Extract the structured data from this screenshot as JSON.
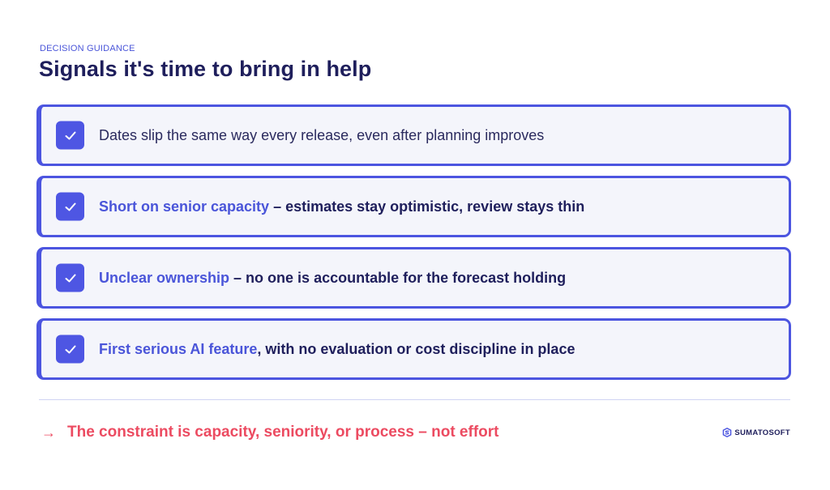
{
  "header": {
    "eyebrow": "DECISION GUIDANCE",
    "title": "Signals it's time to bring in help"
  },
  "cards": [
    {
      "highlight": "",
      "text": "Dates slip the same way every release, even after planning improves"
    },
    {
      "highlight": "Short on senior capacity",
      "text": " – estimates stay optimistic, review stays thin"
    },
    {
      "highlight": "Unclear ownership",
      "text": " – no one is accountable for the forecast holding"
    },
    {
      "highlight": "First serious AI feature",
      "text": ", with no evaluation or cost discipline in place"
    }
  ],
  "footer": {
    "arrow": "→",
    "note": "The constraint is capacity, seniority, or process – not effort",
    "brand": "SUMATOSOFT"
  },
  "icons": {
    "check": "check-icon",
    "arrow": "arrow-right-icon",
    "logo": "sumatosoft-logo-icon"
  },
  "colors": {
    "accent": "#4c55e0",
    "title": "#1f1f5c",
    "card_bg": "#f4f5fb",
    "footer_note": "#ec4b61"
  }
}
